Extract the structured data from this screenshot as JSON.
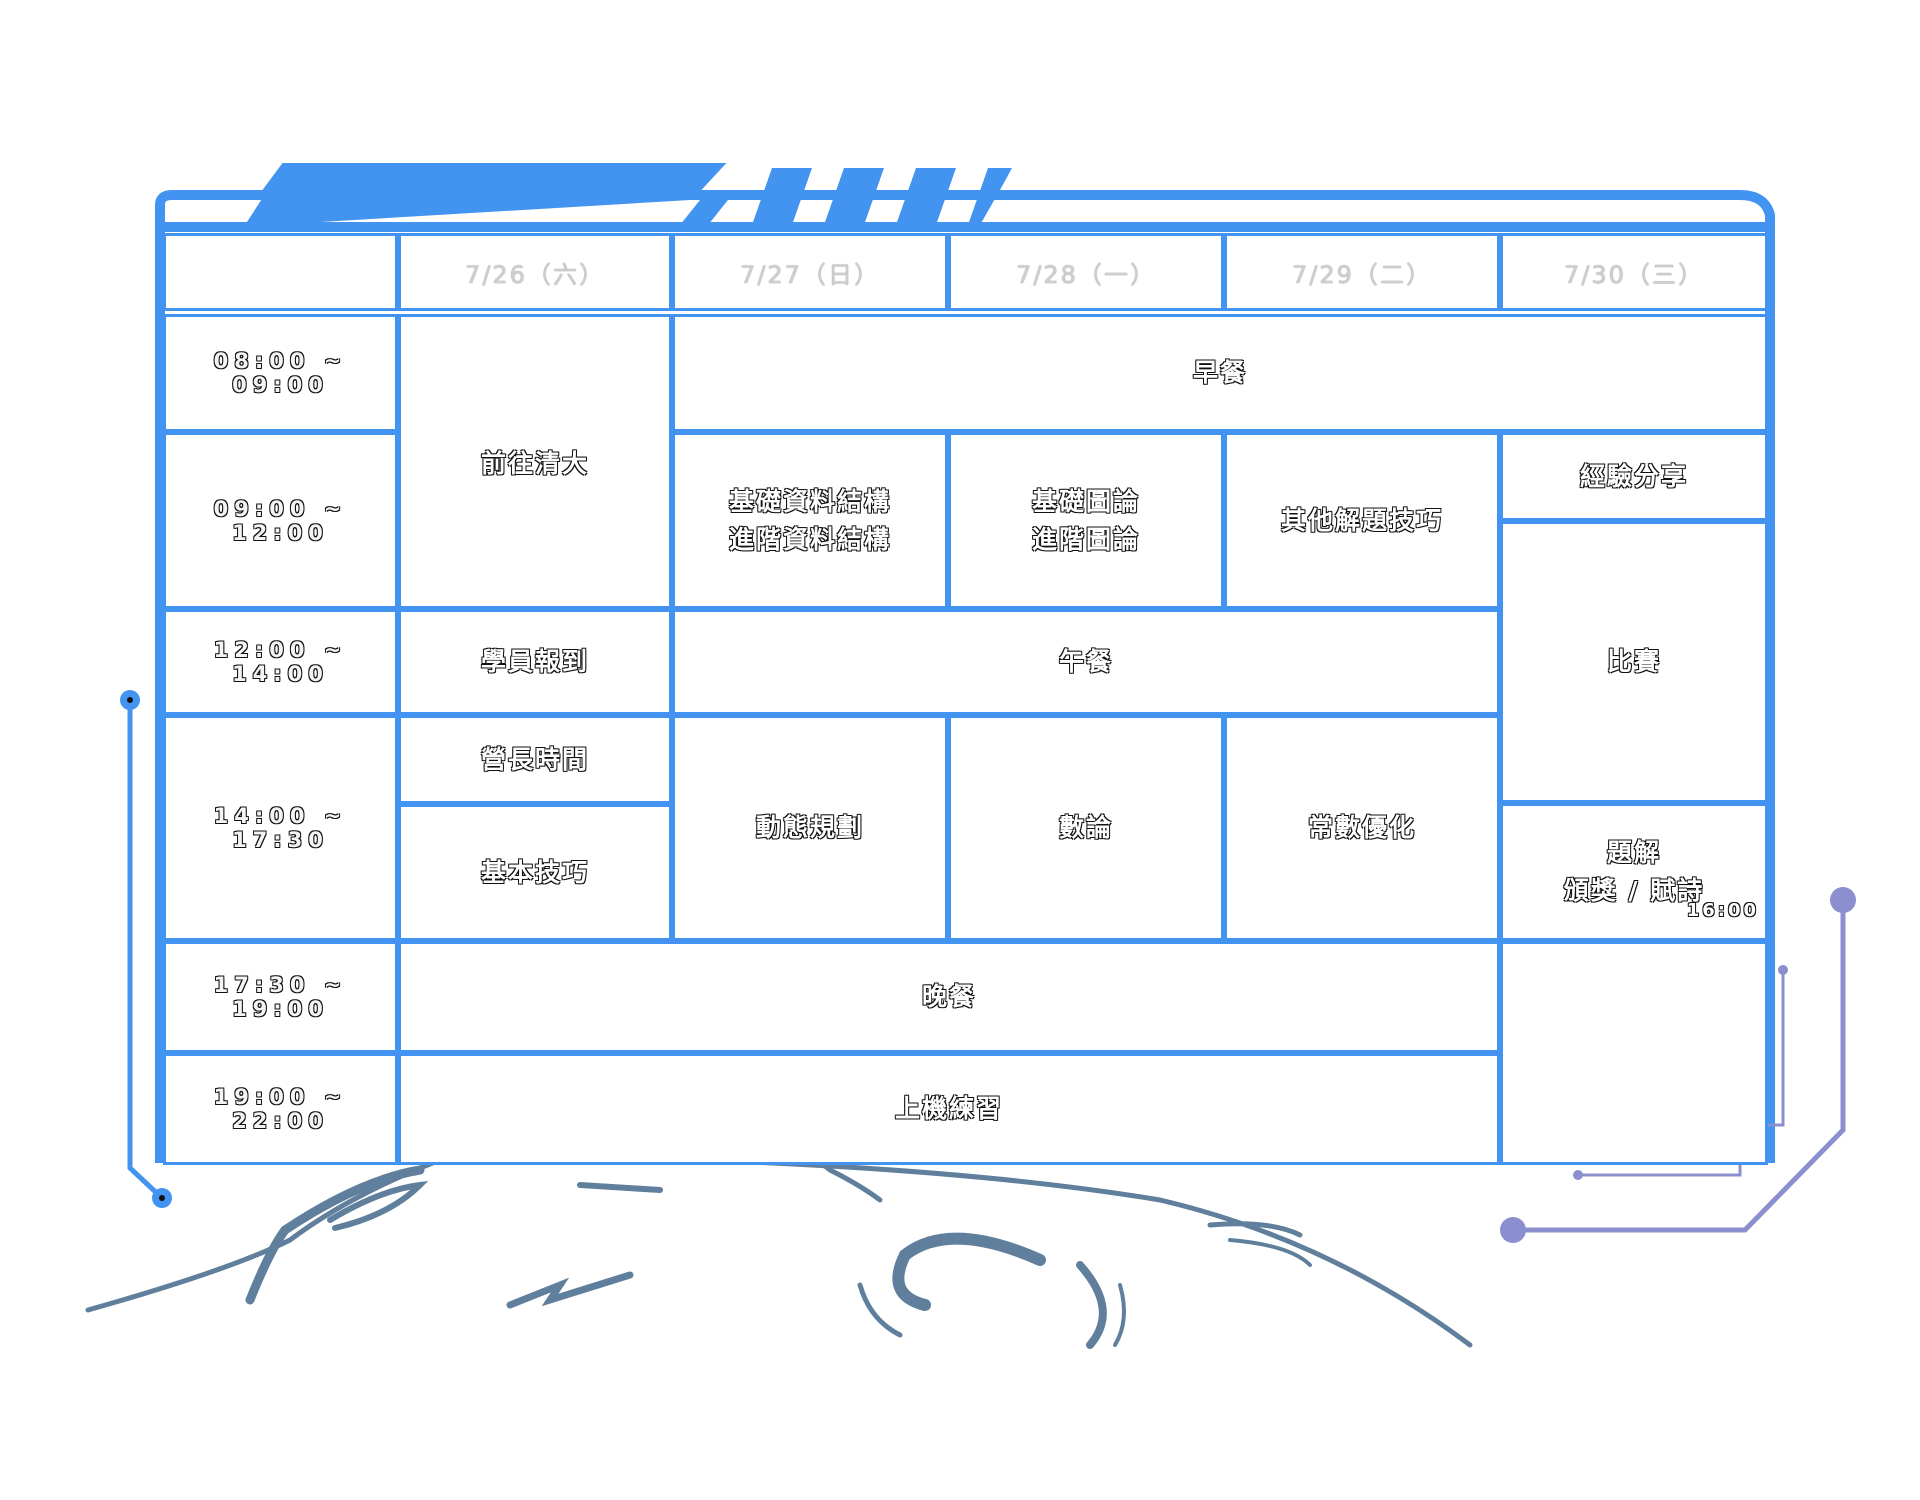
{
  "colors": {
    "frame": "#4294f0",
    "circuit": "#8b8fcf",
    "sketch": "#5f7f9c"
  },
  "days": [
    "7/26（六）",
    "7/27（日）",
    "7/28（一）",
    "7/29（二）",
    "7/30（三）"
  ],
  "times": [
    "08:00 ~ 09:00",
    "09:00 ~ 12:00",
    "12:00 ~ 14:00",
    "14:00 ~ 17:30",
    "17:30 ~ 19:00",
    "19:00 ~ 22:00"
  ],
  "events": {
    "travel": "前往清大",
    "breakfast": "早餐",
    "basic_ds": "基礎資料結構",
    "advanced_ds": "進階資料結構",
    "basic_graph": "基礎圖論",
    "advanced_graph": "進階圖論",
    "other_tricks": "其他解題技巧",
    "experience": "經驗分享",
    "registration": "學員報到",
    "lunch": "午餐",
    "contest": "比賽",
    "camp_leader": "營長時間",
    "basic_tricks": "基本技巧",
    "dp": "動態規劃",
    "number_theory": "數論",
    "const_opt": "常數優化",
    "solution": "題解",
    "awards": "頒獎 / 賦詩",
    "awards_time": "16:00",
    "dinner": "晚餐",
    "practice": "上機練習"
  }
}
